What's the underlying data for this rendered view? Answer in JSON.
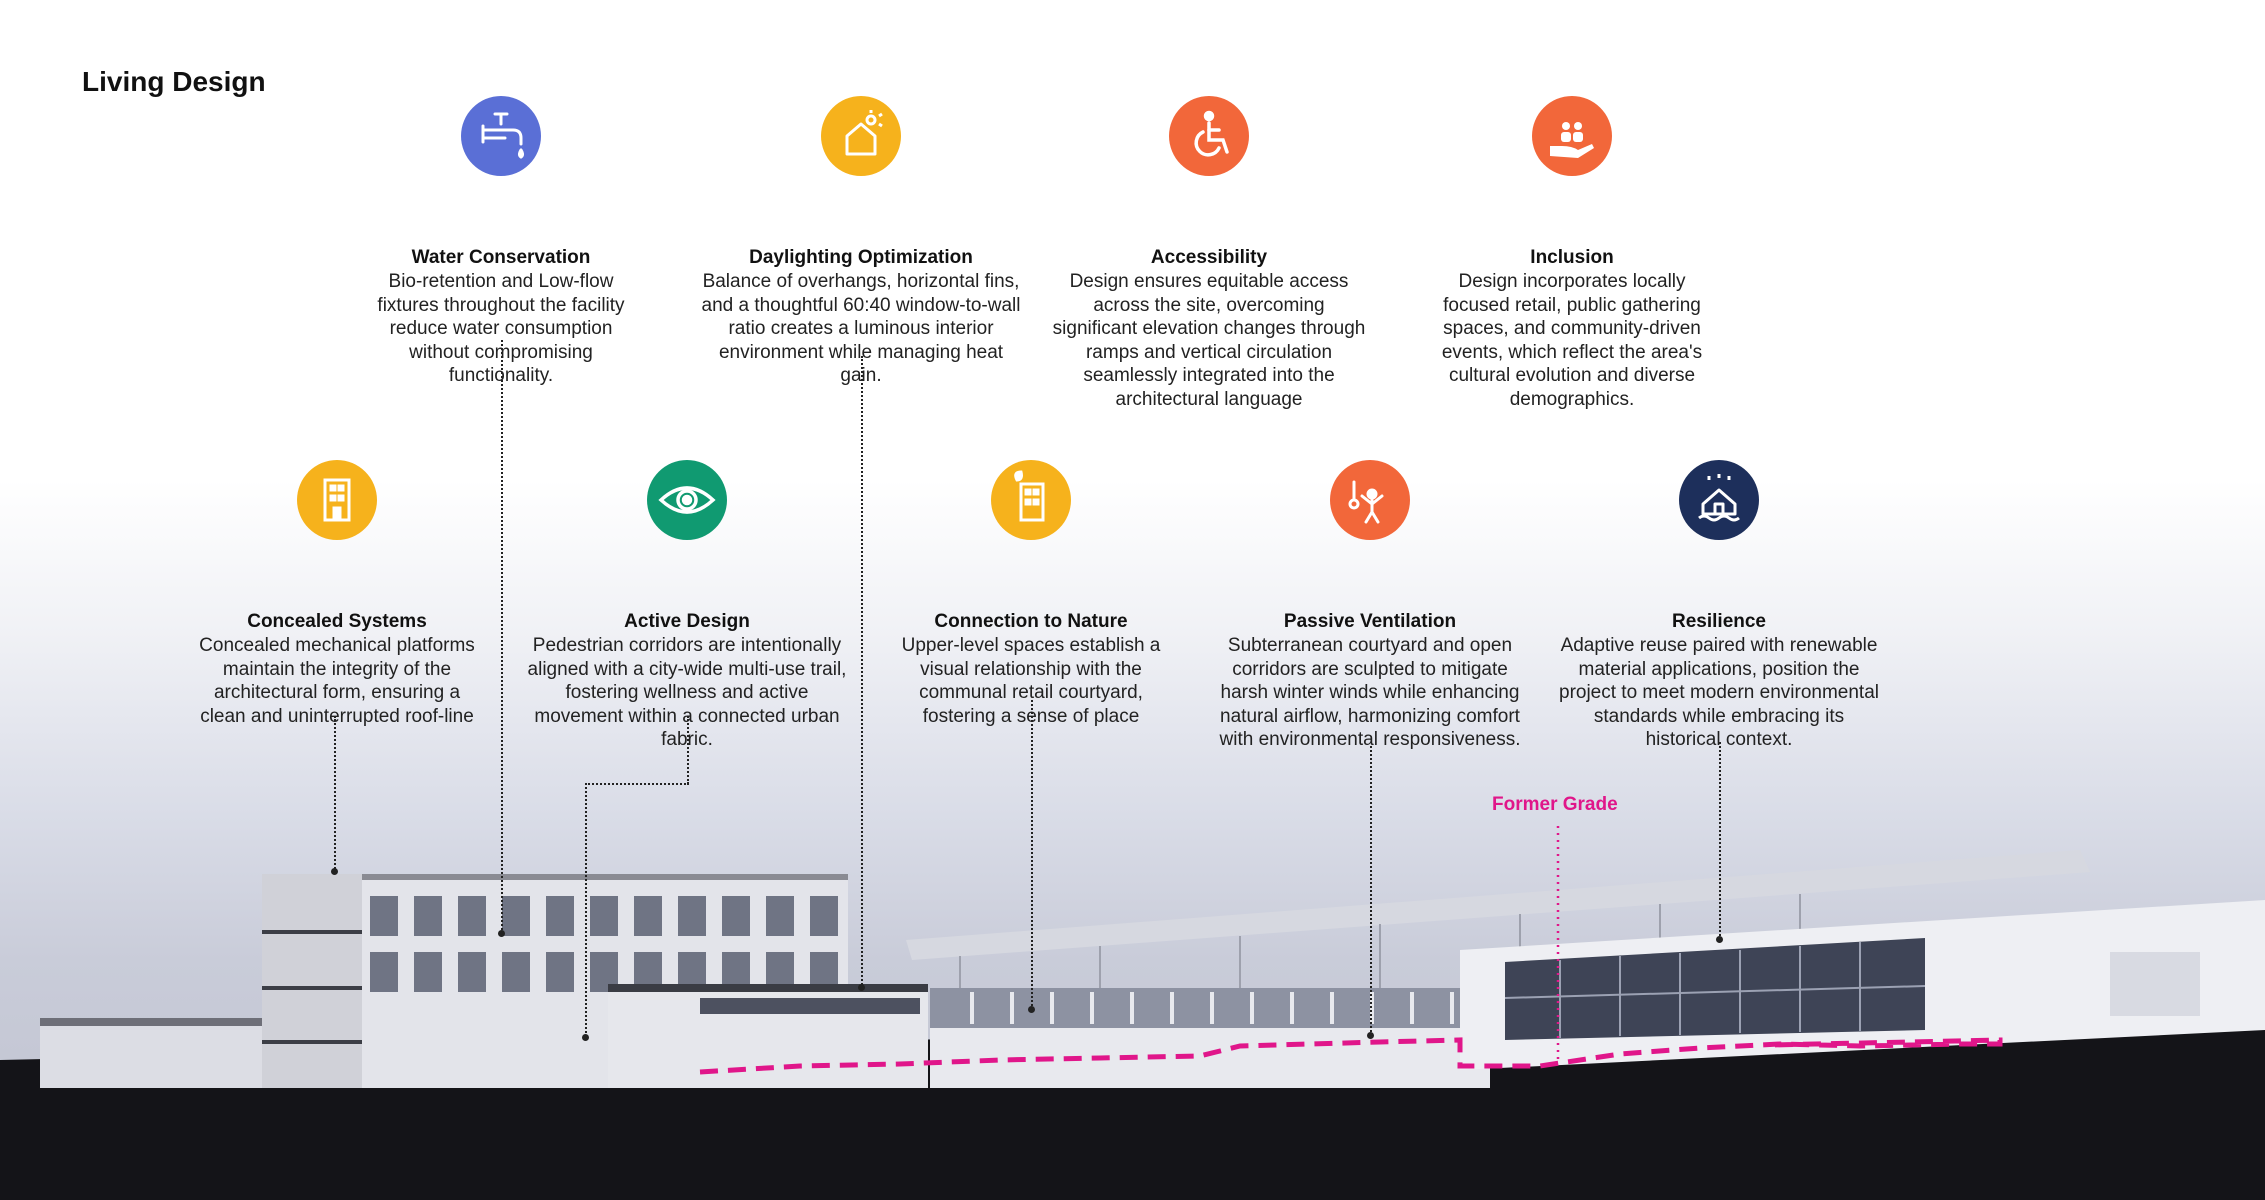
{
  "page": {
    "title": "Living Design",
    "former_grade_label": "Former Grade"
  },
  "colors": {
    "blue": "#5a6fd6",
    "yellow": "#f6b21c",
    "orange": "#f2673a",
    "green": "#109a71",
    "navy": "#1d2f5b",
    "former_grade": "#e0168a"
  },
  "features": {
    "water": {
      "icon": "water-faucet-icon",
      "title": "Water Conservation",
      "description": "Bio-retention and Low-flow fixtures throughout the facility reduce water consumption without compromising functionality."
    },
    "daylight": {
      "icon": "daylight-house-icon",
      "title": "Daylighting Optimization",
      "description": "Balance of overhangs, horizontal fins, and a thoughtful 60:40 window-to-wall ratio creates a luminous interior environment while managing heat gain."
    },
    "access": {
      "icon": "wheelchair-icon",
      "title": "Accessibility",
      "description": "Design ensures equitable access across the site, overcoming significant elevation changes through ramps and vertical circulation seamlessly integrated into the architectural language"
    },
    "inclusion": {
      "icon": "hand-people-icon",
      "title": "Inclusion",
      "description": "Design incorporates locally focused retail, public gathering spaces, and community-driven events, which reflect the area's cultural evolution and diverse demographics."
    },
    "concealed": {
      "icon": "building-icon",
      "title": "Concealed Systems",
      "description": "Concealed mechanical platforms maintain the integrity of the architectural form, ensuring a clean and uninterrupted roof-line"
    },
    "active": {
      "icon": "eye-icon",
      "title": "Active Design",
      "description": "Pedestrian corridors are intentionally aligned with a city-wide multi-use trail, fostering wellness and active movement within a connected urban fabric."
    },
    "nature": {
      "icon": "building-leaf-icon",
      "title": "Connection to Nature",
      "description": "Upper-level spaces establish a visual relationship with the communal retail courtyard, fostering a sense of place"
    },
    "ventilation": {
      "icon": "person-air-icon",
      "title": "Passive Ventilation",
      "description": "Subterranean courtyard and open corridors are sculpted to mitigate harsh winter winds while enhancing natural airflow, harmonizing comfort with environmental responsiveness."
    },
    "resilience": {
      "icon": "flood-house-icon",
      "title": "Resilience",
      "description": "Adaptive reuse paired with renewable material applications, position the project to meet modern environmental standards while embracing its historical context."
    }
  }
}
